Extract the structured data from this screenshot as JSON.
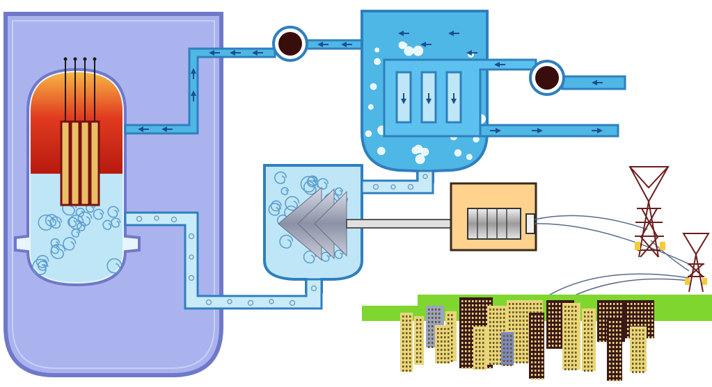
{
  "diagram": {
    "colors": {
      "containment_fill": "#aab3ee",
      "containment_stroke": "#6f78c9",
      "water_light": "#bfe6f6",
      "water_dark": "#4fb7e6",
      "pipe_light": "#c9ebf8",
      "pipe_stroke": "#2f7fbf",
      "core_top": "#f7b545",
      "core_mid": "#e13a1f",
      "core_bottom": "#b81a10",
      "rod": "#7a1010",
      "pump": "#3a0d0d",
      "generator_fill": "#ffd28e",
      "ground": "#7fd62e",
      "building_dark": "#3a1818",
      "building_yellow": "#e9d57a",
      "tower": "#6b1e1e",
      "arrow": "#1d4f8f"
    },
    "components": [
      {
        "id": "containment",
        "icon": "containment-building"
      },
      {
        "id": "reactor-vessel",
        "icon": "reactor-vessel"
      },
      {
        "id": "control-rods",
        "icon": "control-rod-icon"
      },
      {
        "id": "steam-pipe",
        "icon": "pipe"
      },
      {
        "id": "primary-pump",
        "icon": "pump-icon"
      },
      {
        "id": "condenser",
        "icon": "condenser"
      },
      {
        "id": "cooling-pump",
        "icon": "pump-icon"
      },
      {
        "id": "turbine",
        "icon": "turbine-icon"
      },
      {
        "id": "generator",
        "icon": "generator-icon"
      },
      {
        "id": "transmission-towers",
        "icon": "pylon-icon"
      },
      {
        "id": "city",
        "icon": "city-icon"
      }
    ]
  }
}
